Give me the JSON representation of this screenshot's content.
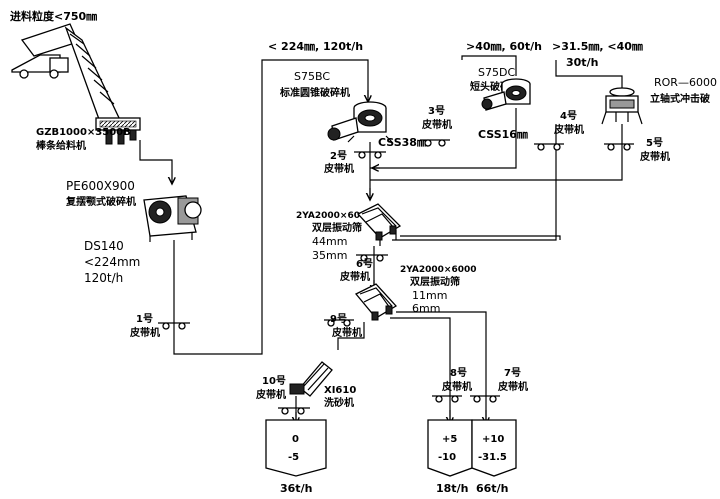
{
  "feed": {
    "label": "进料粒度<750㎜"
  },
  "feeder": {
    "model": "GZB1000×3500B",
    "name": "棒条给料机"
  },
  "jaw": {
    "model": "PE600X900",
    "name": "复摆颚式破碎机"
  },
  "ds": {
    "code": "DS140",
    "size": "<224mm",
    "rate": "120t/h"
  },
  "belt1": {
    "num": "1号",
    "name": "皮带机"
  },
  "top_flow": {
    "label": "< 224㎜, 120t/h"
  },
  "cone_std": {
    "model": "S75BC",
    "name": "标准圆锥破碎机",
    "css": "CSS38㎜"
  },
  "belt2": {
    "num": "2号",
    "name": "皮带机"
  },
  "belt3": {
    "num": "3号",
    "name": "皮带机"
  },
  "short_flow": {
    "label": ">40㎜, 60t/h"
  },
  "cone_short": {
    "model": "S75DC",
    "name": "短头破碎机",
    "css": "CSS16㎜"
  },
  "belt4": {
    "num": "4号",
    "name": "皮带机"
  },
  "vsi_flow": {
    "label": ">31.5㎜, <40㎜",
    "rate": "30t/h"
  },
  "vsi": {
    "model": "ROR—6000",
    "name": "立轴式冲击破"
  },
  "belt5": {
    "num": "5号",
    "name": "皮带机"
  },
  "screen1": {
    "model": "2YA2000×6000",
    "name": "双层振动筛",
    "deck1": "44mm",
    "deck2": "35mm"
  },
  "belt6": {
    "num": "6号",
    "name": "皮带机"
  },
  "screen2": {
    "model": "2YA2000×6000",
    "name": "双层振动筛",
    "deck1": "11mm",
    "deck2": "6mm"
  },
  "belt9": {
    "num": "9号",
    "name": "皮带机"
  },
  "washer": {
    "model": "XI610",
    "name": "洗砂机"
  },
  "belt10": {
    "num": "10号",
    "name": "皮带机"
  },
  "belt8": {
    "num": "8号",
    "name": "皮带机"
  },
  "belt7": {
    "num": "7号",
    "name": "皮带机"
  },
  "bins": [
    {
      "top": "0",
      "bottom": "-5",
      "rate": "36t/h"
    },
    {
      "top": "+5",
      "bottom": "-10",
      "rate": "18t/h"
    },
    {
      "top": "+10",
      "bottom": "-31.5",
      "rate": "66t/h"
    }
  ]
}
